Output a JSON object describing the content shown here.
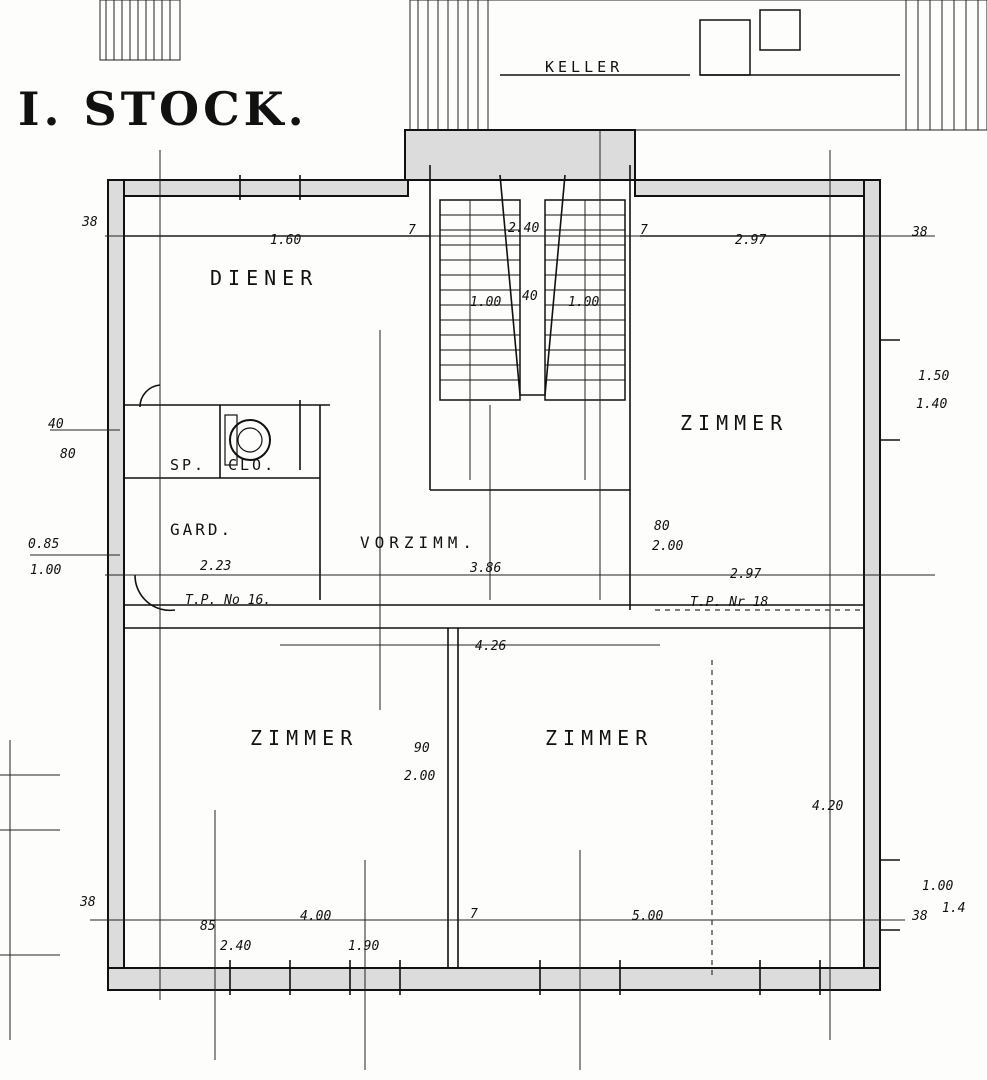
{
  "title": "I. STOCK.",
  "rooms": {
    "diener": "DIENER",
    "zimmer_right": "ZIMMER",
    "sp": "SP.",
    "clo": "CLO.",
    "gard": "GARD.",
    "vorzimm": "VORZIMM.",
    "zimmer_left": "ZIMMER",
    "zimmer_mid": "ZIMMER",
    "keller": "KELLER"
  },
  "dims": {
    "d38_tl": "38",
    "d160": "1.60",
    "d7_a": "7",
    "d297_top": "2.97",
    "d7_b": "7",
    "d38_tr": "38",
    "d240": "2.40",
    "d100a": "1.00",
    "d40": "40",
    "d100b": "1.00",
    "d150": "1.50",
    "d140r": "1.40",
    "d040": "40",
    "d080": "80",
    "d085": "0.85",
    "d100l": "1.00",
    "d223": "2.23",
    "d386": "3.86",
    "d297_mid": "2.97",
    "d80_200a": "80",
    "d200a": "2.00",
    "d426": "4.26",
    "tp16": "T.P. No 16.",
    "tp18": "T.P. Nr 18",
    "d090": "90",
    "d200b": "2.00",
    "d400": "4.00",
    "d500": "5.00",
    "d420": "4.20",
    "d38_bl": "38",
    "d38_br": "38",
    "d1_00": "1.00",
    "d1_4": "1.4",
    "d7_c": "7",
    "d85": "85",
    "d190": "1.90",
    "d240b": "2.40"
  }
}
